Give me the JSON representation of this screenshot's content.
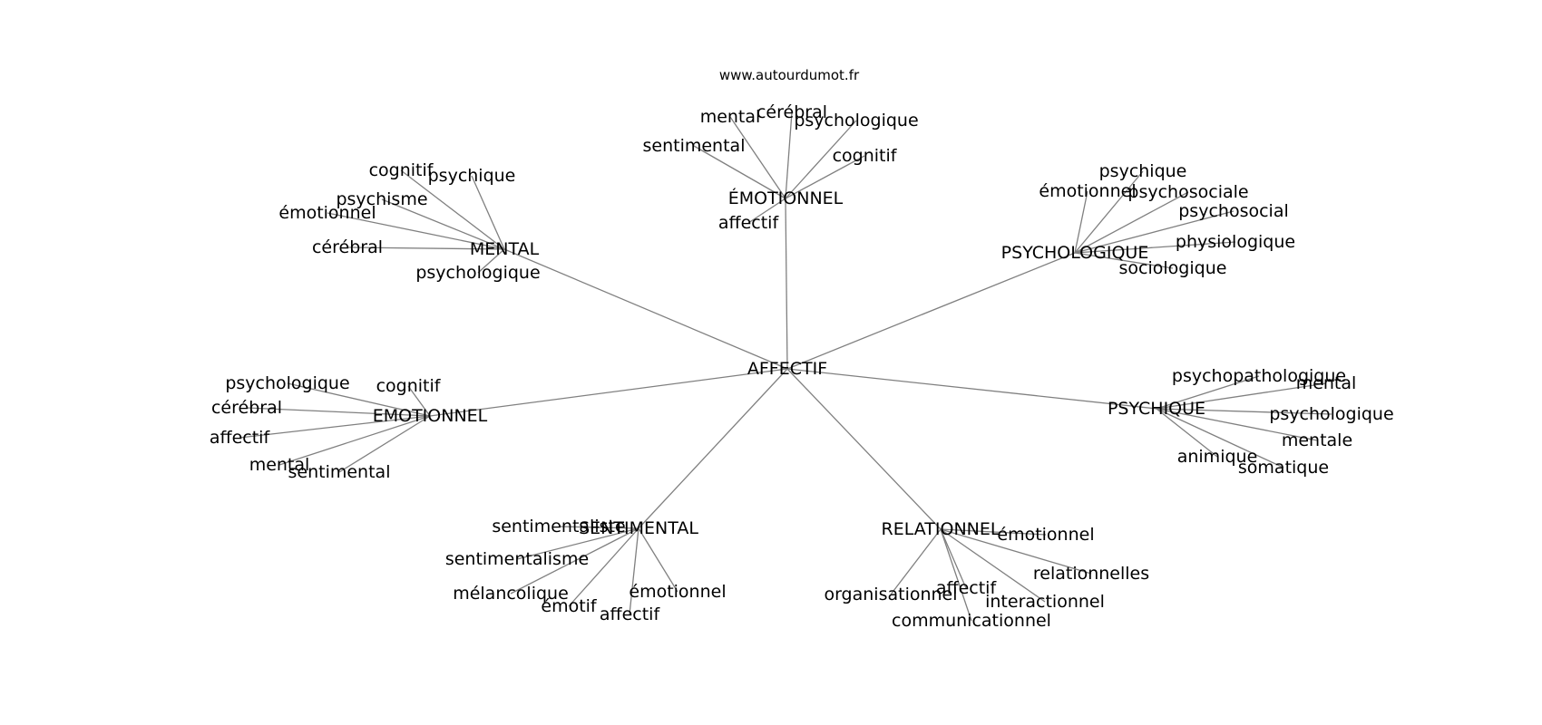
{
  "credit": "www.autourdumot.fr",
  "colors": {
    "edge": "#808080",
    "text": "#000000",
    "background": "#ffffff"
  },
  "center": "AFFECTIF",
  "groups": [
    {
      "hub": "ÉMOTIONNEL",
      "leaves": [
        "mental",
        "cérébral",
        "psychologique",
        "sentimental",
        "cognitif",
        "affectif"
      ]
    },
    {
      "hub": "MENTAL",
      "leaves": [
        "cognitif",
        "psychique",
        "psychisme",
        "émotionnel",
        "cérébral",
        "psychologique"
      ]
    },
    {
      "hub": "PSYCHOLOGIQUE",
      "leaves": [
        "psychique",
        "émotionnel",
        "psychosociale",
        "psychosocial",
        "physiologique",
        "sociologique"
      ]
    },
    {
      "hub": "EMOTIONNEL",
      "leaves": [
        "psychologique",
        "cognitif",
        "cérébral",
        "affectif",
        "mental",
        "sentimental"
      ]
    },
    {
      "hub": "PSYCHIQUE",
      "leaves": [
        "psychopathologique",
        "mental",
        "psychologique",
        "mentale",
        "animique",
        "somatique"
      ]
    },
    {
      "hub": "SENTIMENTAL",
      "leaves": [
        "sentimentaliste",
        "sentimentalisme",
        "mélancolique",
        "émotif",
        "émotionnel",
        "affectif"
      ]
    },
    {
      "hub": "RELATIONNEL",
      "leaves": [
        "émotionnel",
        "relationnelles",
        "affectif",
        "interactionnel",
        "organisationnel",
        "communicationnel"
      ]
    }
  ]
}
